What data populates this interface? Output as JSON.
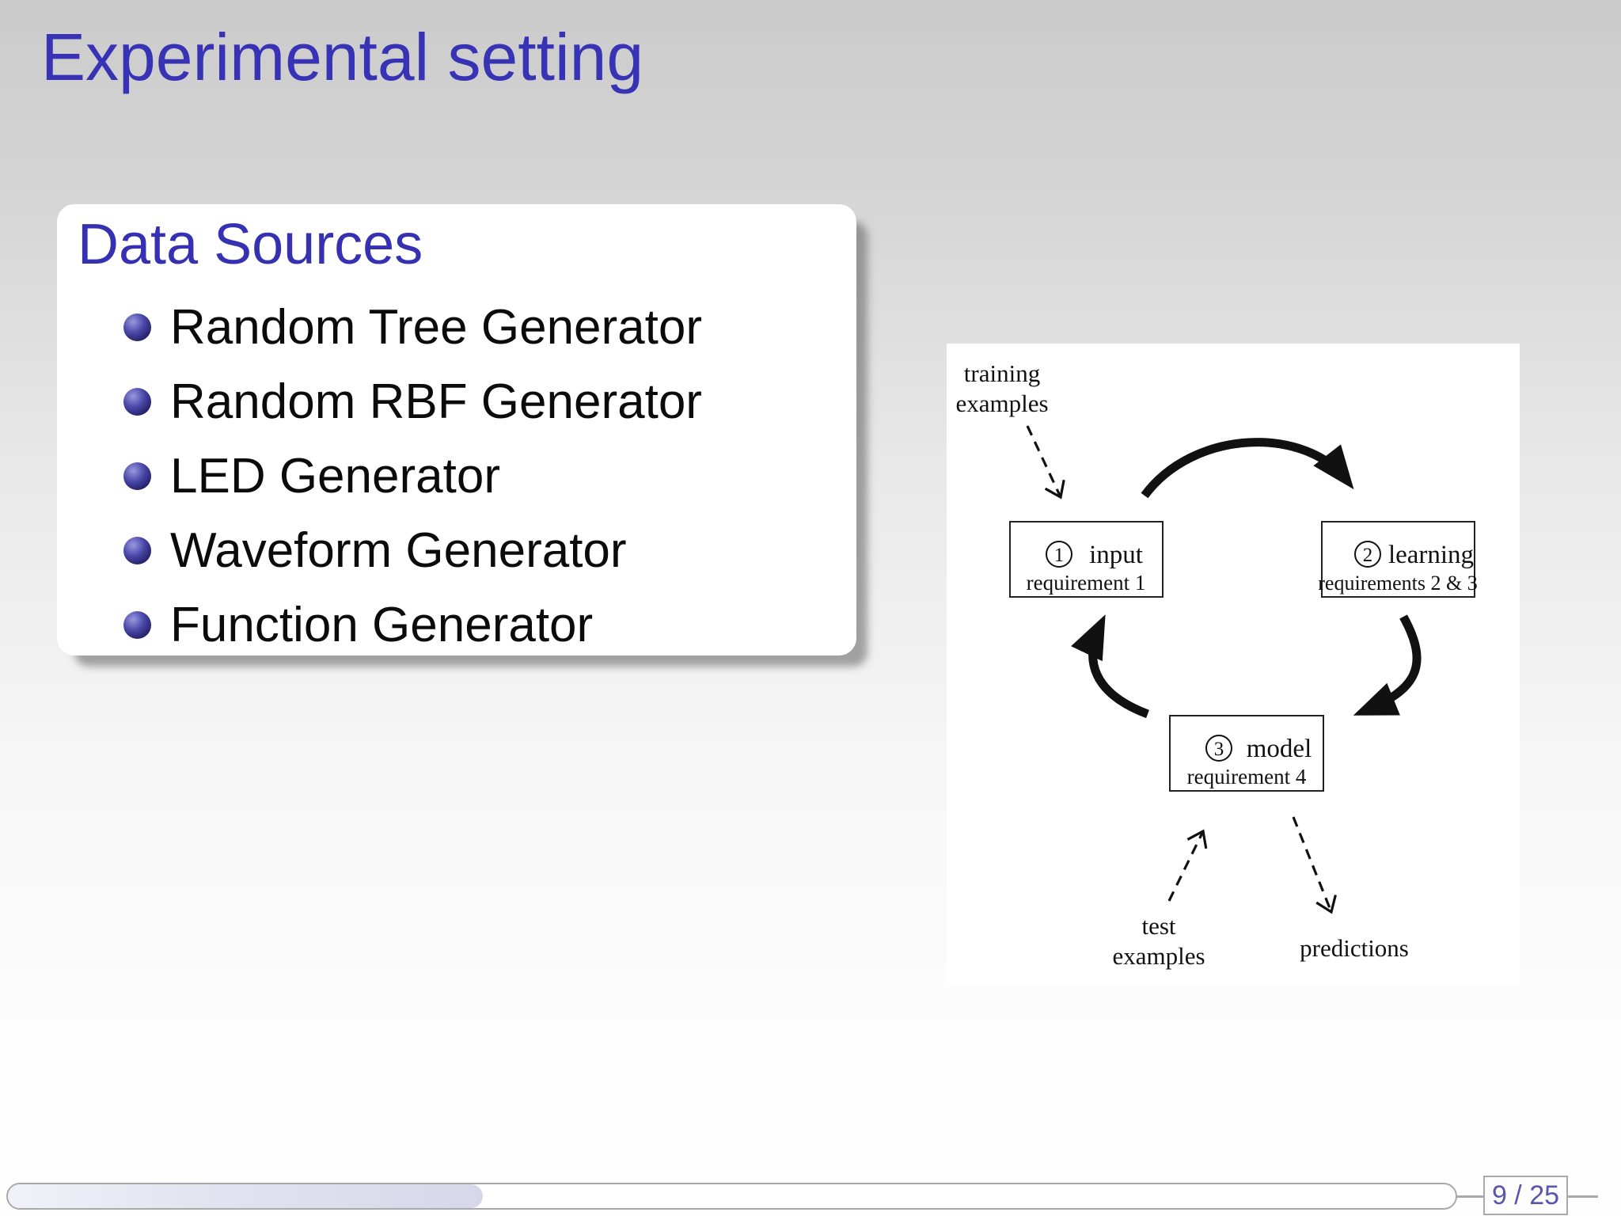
{
  "slide": {
    "title": "Experimental setting",
    "page_label": "9 / 25",
    "page_current": "9",
    "page_total": "25",
    "progress_fraction": 0.33
  },
  "block": {
    "title": "Data Sources",
    "items": [
      "Random Tree Generator",
      "Random RBF Generator",
      "LED Generator",
      "Waveform Generator",
      "Function Generator"
    ]
  },
  "figure": {
    "training_line1": "training",
    "training_line2": "examples",
    "test_line1": "test",
    "test_line2": "examples",
    "predictions": "predictions",
    "boxes": [
      {
        "num": "1",
        "name": "input",
        "req": "requirement 1"
      },
      {
        "num": "2",
        "name": "learning",
        "req": "requirements 2 & 3"
      },
      {
        "num": "3",
        "name": "model",
        "req": "requirement 4"
      }
    ]
  },
  "colors": {
    "title_blue": "#3733b4",
    "block_title_blue": "#3531b2",
    "page_number_blue": "#5956ac",
    "progress_fill": "#d7d7ea",
    "bullet_navy": "#232066",
    "background_top_gray": "#cbcbcb",
    "figure_ink": "#111111"
  }
}
